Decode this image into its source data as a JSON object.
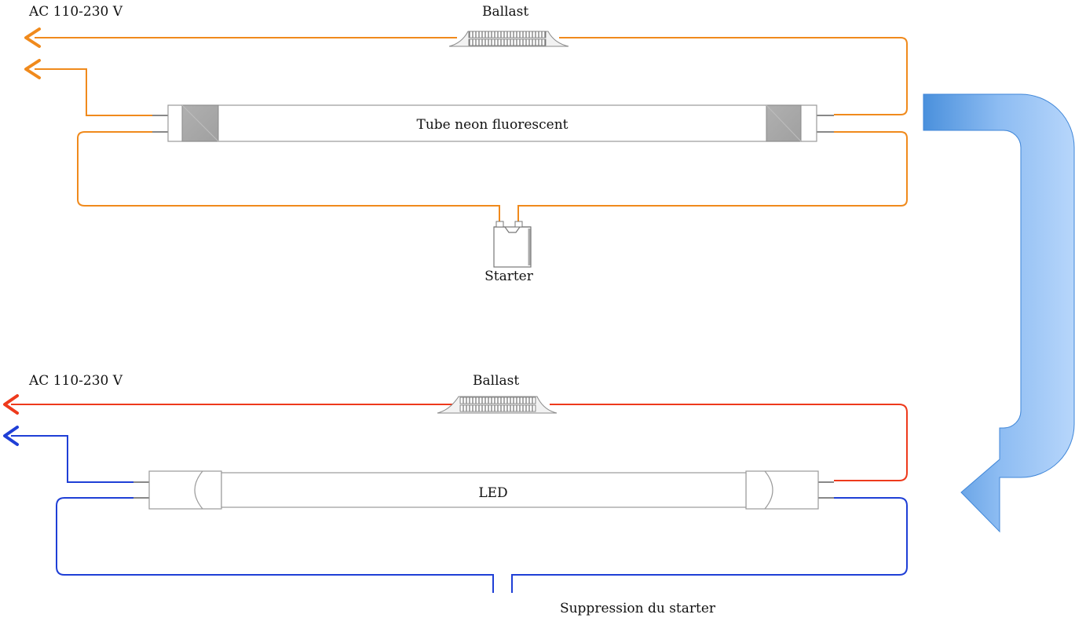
{
  "top": {
    "ac_label": "AC 110-230 V",
    "ballast_label": "Ballast",
    "tube_label": "Tube neon fluorescent",
    "starter_label": "Starter",
    "wire_color": "#f08a1c"
  },
  "bottom": {
    "ac_label": "AC 110-230 V",
    "ballast_label": "Ballast",
    "tube_label": "LED",
    "starter_removed_label": "Suppression du starter",
    "live_color": "#ee3a1c",
    "neutral_color": "#1f3fd6"
  },
  "arrow": {
    "color_light": "#a9cdfb",
    "color_dark": "#3f86d8"
  }
}
